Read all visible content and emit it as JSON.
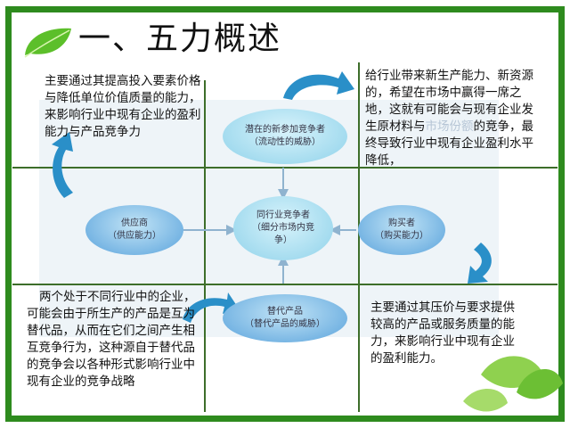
{
  "title": "一、五力概述",
  "nodes": {
    "entrants": {
      "name": "潜在的新参加竞争者",
      "sub": "（流动性的威胁）"
    },
    "rivals": {
      "name": "同行业竞争者",
      "sub": "（细分市场内竞争）"
    },
    "suppliers": {
      "name": "供应商",
      "sub": "（供应能力）"
    },
    "buyers": {
      "name": "购买者",
      "sub": "（购买能力）"
    },
    "substitutes": {
      "name": "替代产品",
      "sub": "（替代产品的威胁）"
    }
  },
  "texts": {
    "top_left": "主要通过其提高投入要素价格与降低单位价值质量的能力，来影响行业中现有企业的盈利能力与产品竞争力",
    "top_right_a": "给行业带来新生产能力、新资源的，希望在市场中赢得一席之地，这就有可能会与现有企业发生原材料与",
    "top_right_faded": "市场份额",
    "top_right_b": "的竞争，最终导致行业中现有企业盈利水平降低，",
    "bottom_left": "两个处于不同行业中的企业，可能会由于所生产的产品是互为替代品，从而在它们之间产生相互竞争行为，这种源自于替代品的竞争会以各种形式影响行业中现有企业的竞争战略",
    "bottom_right": "主要通过其压价与要求提供较高的产品或服务质量的能力，来影响行业中现有企业的盈利能力。"
  }
}
